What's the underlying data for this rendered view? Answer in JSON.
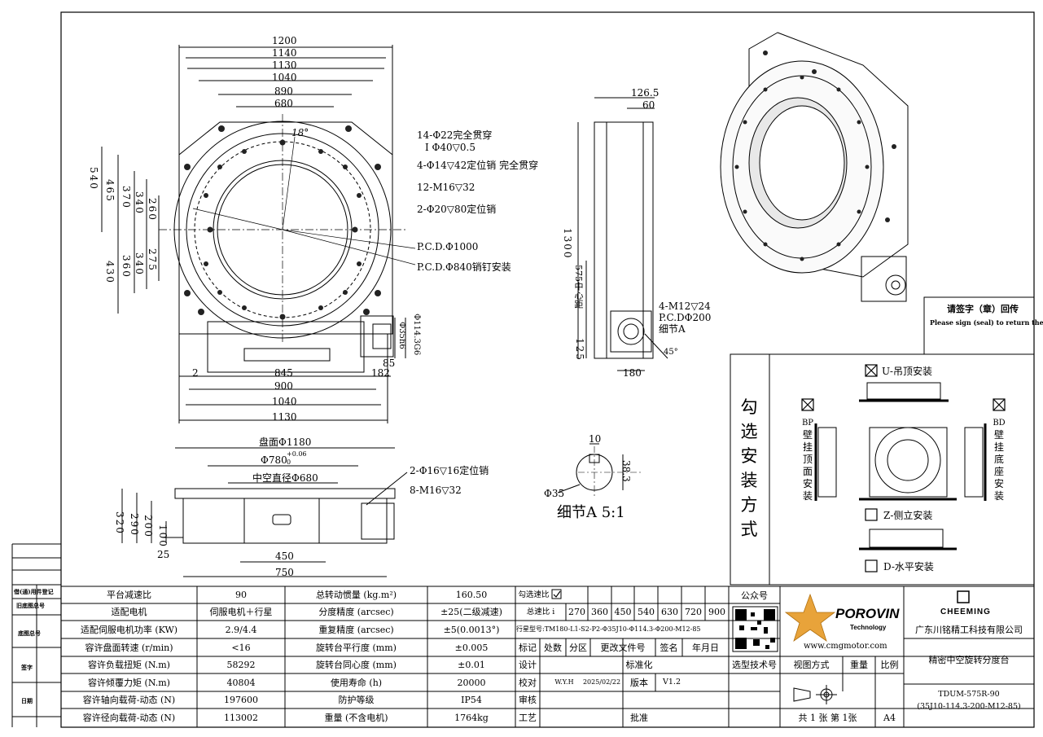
{
  "front_view": {
    "dims_top": [
      "1200",
      "1140",
      "1130",
      "1040",
      "890",
      "680"
    ],
    "dims_left": [
      "540",
      "465",
      "370",
      "340",
      "260",
      "430",
      "360",
      "340",
      "275"
    ],
    "dims_bottom": [
      "845",
      "900",
      "1040",
      "1130"
    ],
    "dim_small": [
      "2",
      "182",
      "85"
    ],
    "angle": "18°",
    "motor_dims": [
      "Φ35h6",
      "Φ114.3G6"
    ],
    "callouts": [
      "14-Φ22完全贯穿",
      "Ⅰ  Φ40▽0.5",
      "4-Φ14▽42定位销 完全贯穿",
      "12-M16▽32",
      "2-Φ20▽80定位销",
      "P.C.D.Φ1000",
      "P.C.D.Φ840销钉安装"
    ]
  },
  "side_view": {
    "dims": [
      "126.5",
      "60",
      "1300",
      "575中心距",
      "125",
      "180"
    ],
    "callouts": [
      "4-M12▽24",
      "P.C.DΦ200",
      "细节A"
    ],
    "angle": "45°"
  },
  "bottom_view": {
    "labels": [
      "盘面Φ1180",
      "Φ780",
      "+0.06",
      "0",
      "中空直径Φ680",
      "2-Φ16▽16定位销",
      "8-M16▽32"
    ],
    "dims_left": [
      "320",
      "290",
      "200",
      "100"
    ],
    "dims_bottom": [
      "25",
      "450",
      "750"
    ]
  },
  "detail_a": {
    "title": "细节A 5:1",
    "dims": [
      "10",
      "38.3",
      "Φ35"
    ]
  },
  "notice": {
    "cn": "请签字（章）回传",
    "en": "Please sign (seal) to return the mail"
  },
  "mounting": {
    "title": [
      "勾",
      "选",
      "安",
      "装",
      "方",
      "式"
    ],
    "u": "U-吊顶安装",
    "bp": [
      "BP",
      "壁",
      "挂",
      "顶",
      "面",
      "安",
      "装"
    ],
    "bd": [
      "BD",
      "壁",
      "挂",
      "底",
      "座",
      "安",
      "装"
    ],
    "z": "Z-侧立安装",
    "d": "D-水平安装"
  },
  "side_margin": [
    "借(通)用件登记",
    "旧底图总号",
    "底图总号",
    "签字",
    "日期"
  ],
  "specs": [
    {
      "k1": "平台减速比",
      "v1": "90",
      "k2": "总转动惯量 (kg.m²)",
      "v2": "160.50"
    },
    {
      "k1": "适配电机",
      "v1": "伺服电机＋行星",
      "k2": "分度精度 (arcsec)",
      "v2": "±25(二级减速)"
    },
    {
      "k1": "适配伺服电机功率 (KW)",
      "v1": "2.9/4.4",
      "k2": "重复精度 (arcsec)",
      "v2": "±5(0.0013°)"
    },
    {
      "k1": "容许盘面转速 (r/min)",
      "v1": "<16",
      "k2": "旋转台平行度 (mm)",
      "v2": "±0.005"
    },
    {
      "k1": "容许负载扭矩 (N.m)",
      "v1": "58292",
      "k2": "旋转台同心度 (mm)",
      "v2": "±0.01"
    },
    {
      "k1": "容许倾覆力矩 (N.m)",
      "v1": "40804",
      "k2": "使用寿命 (h)",
      "v2": "20000"
    },
    {
      "k1": "容许轴向载荷-动态 (N)",
      "v1": "197600",
      "k2": "防护等级",
      "v2": "IP54"
    },
    {
      "k1": "容许径向载荷-动态 (N)",
      "v1": "113002",
      "k2": "重量 (不含电机)",
      "v2": "1764kg"
    }
  ],
  "ratio": {
    "check_label": "勾选速比",
    "total_label": "总速比  i",
    "values": [
      "270",
      "360",
      "450",
      "540",
      "630",
      "720",
      "900"
    ]
  },
  "model_row": "行星型号:TM180-L1-S2-P2-Φ35J10-Φ114.3-Φ200-M12-85",
  "rev_header": [
    "标记",
    "处数",
    "分区",
    "更改文件号",
    "签名",
    "年月日"
  ],
  "sign": {
    "design": "设计",
    "standard": "标准化",
    "check": "校对",
    "checker": "W.Y.H",
    "date": "2025/02/22",
    "version_label": "版本",
    "version": "V1.2",
    "review": "审核",
    "process": "工艺",
    "approve": "批准"
  },
  "qr": {
    "label": "公众号",
    "tech": "选型技术号"
  },
  "brand": {
    "name": "POROVIN",
    "sub": "Technology",
    "url": "www.cmgmotor.com",
    "logo2": "CHEEMING",
    "company": "广东川铭精工科技有限公司",
    "product": "精密中空旋转分度台"
  },
  "view": {
    "label": "视图方式",
    "weight": "重量",
    "scale": "比例"
  },
  "model": {
    "code": "TDUM-575R-90",
    "spec": "(35J10-114.3-200-M12-85)"
  },
  "sheet": {
    "text": "共 1 张  第 1张",
    "size": "A4"
  }
}
